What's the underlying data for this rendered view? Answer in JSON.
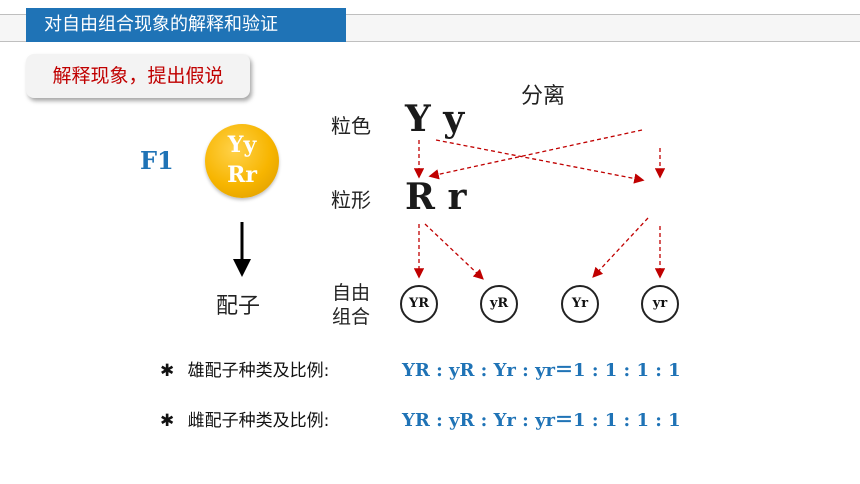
{
  "header": {
    "title": "对自由组合现象的解释和验证"
  },
  "section": {
    "tag": "解释现象，提出假说"
  },
  "diagram": {
    "f1_label": "F1",
    "ball_line1": "Yy",
    "ball_line2": "Rr",
    "gamete_label": "配子",
    "separation_label": "分离",
    "seed_color_label": "粒色",
    "seed_shape_label": "粒形",
    "color_alleles": "Y y",
    "shape_alleles": "R r",
    "free_combo_line1": "自由",
    "free_combo_line2": "组合",
    "gametes": [
      "YR",
      "yR",
      "Yr",
      "yr"
    ],
    "arrow_color": "#c00000"
  },
  "ratios": [
    {
      "bullet": "✱",
      "label": "雄配子种类及比例:",
      "value": "YR : yR : Yr : yr＝1 : 1 : 1 : 1"
    },
    {
      "bullet": "✱",
      "label": "雌配子种类及比例:",
      "value": "YR : yR : Yr : yr＝1 : 1 : 1 : 1"
    }
  ]
}
